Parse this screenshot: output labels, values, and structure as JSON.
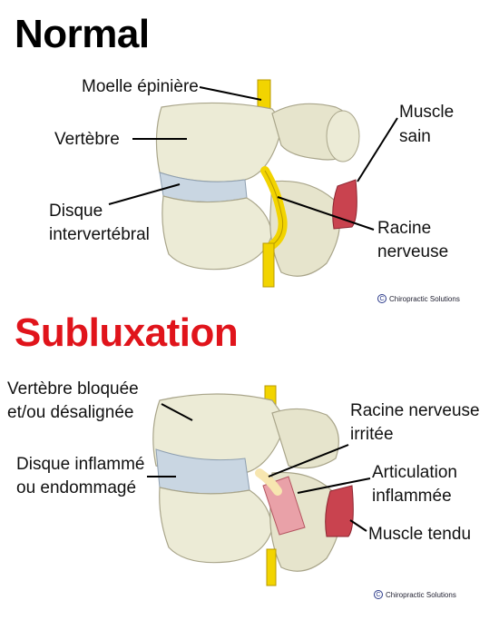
{
  "normal": {
    "title": "Normal",
    "labels": {
      "moelle": "Moelle épinière",
      "vertebre": "Vertèbre",
      "disque_l1": "Disque",
      "disque_l2": "intervertébral",
      "muscle_l1": "Muscle",
      "muscle_l2": "sain",
      "racine_l1": "Racine",
      "racine_l2": "nerveuse"
    },
    "credit": "Chiropractic Solutions"
  },
  "subluxation": {
    "title": "Subluxation",
    "labels": {
      "vertebre_l1": "Vertèbre bloquée",
      "vertebre_l2": "et/ou désalignée",
      "disque_l1": "Disque inflammé",
      "disque_l2": "ou endommagé",
      "racine_l1": "Racine nerveuse",
      "racine_l2": "irritée",
      "articulation_l1": "Articulation",
      "articulation_l2": "inflammée",
      "muscle": "Muscle tendu"
    },
    "credit": "Chiropractic Solutions"
  },
  "colors": {
    "title_normal": "#000000",
    "title_subluxation": "#e0141b",
    "bone": "#ecebd6",
    "bone_shadow": "#b9b59a",
    "disc": "#c9d6e2",
    "nerve": "#f2d400",
    "muscle": "#c9434f",
    "inflamed_joint": "#e9a1a8"
  }
}
